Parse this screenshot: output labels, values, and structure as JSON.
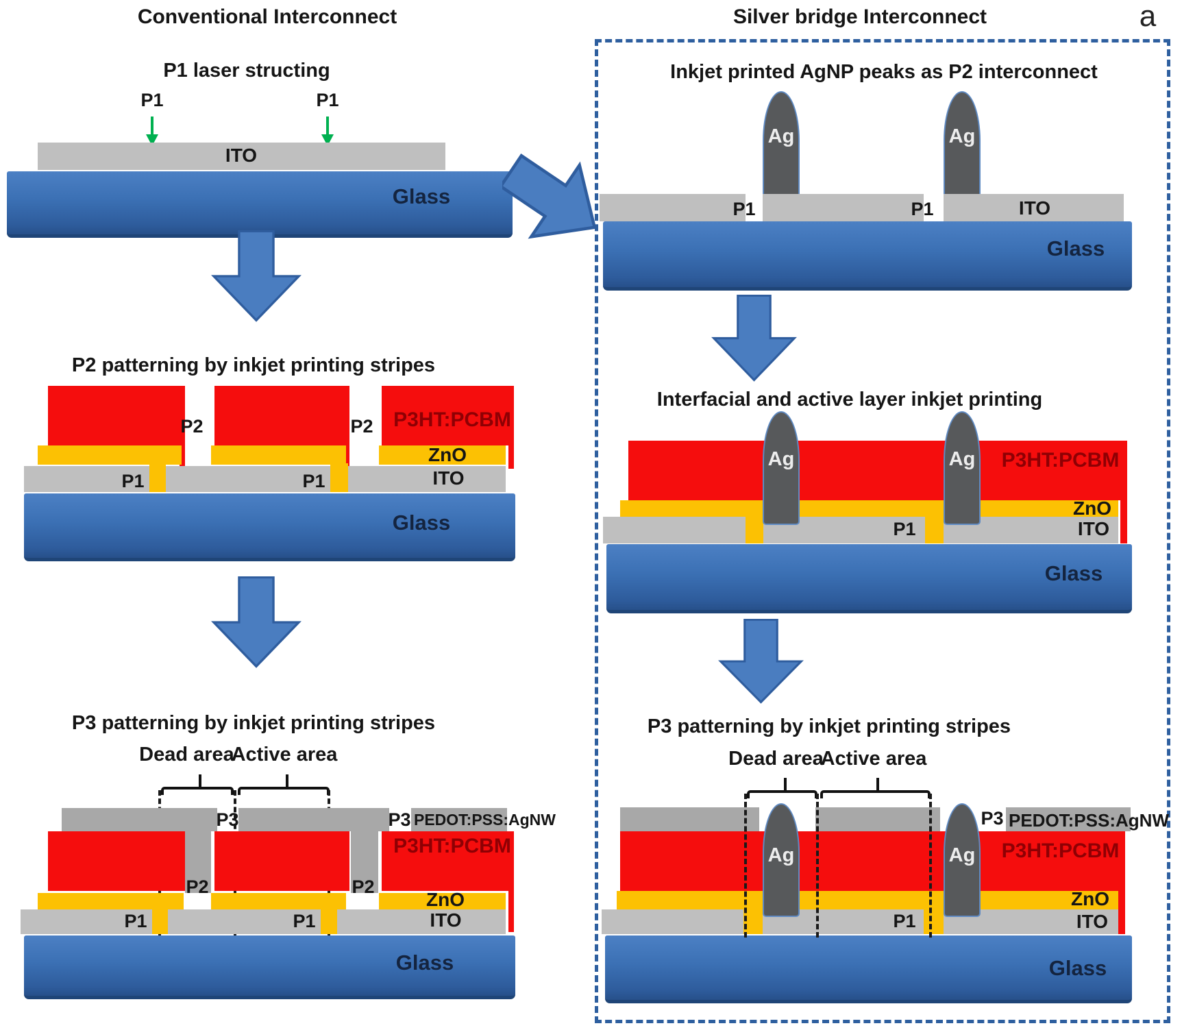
{
  "figure_label": "a",
  "left": {
    "title": "Conventional Interconnect",
    "step1": {
      "caption": "P1 laser structing",
      "p1_left": "P1",
      "p1_right": "P1",
      "ito": "ITO",
      "glass": "Glass"
    },
    "step2": {
      "caption": "P2 patterning by inkjet printing stripes",
      "p2_left": "P2",
      "p2_right": "P2",
      "p3ht_pcbm": "P3HT:PCBM",
      "zno": "ZnO",
      "ito": "ITO",
      "p1_left": "P1",
      "p1_right": "P1",
      "glass": "Glass"
    },
    "step3": {
      "caption": "P3 patterning by inkjet printing stripes",
      "dead_area": "Dead area",
      "active_area": "Active area",
      "p3_mid": "P3",
      "p3_right": "P3",
      "pedot_agnw": "PEDOT:PSS:AgNW",
      "p2_left": "P2",
      "p2_right": "P2",
      "p3ht_pcbm": "P3HT:PCBM",
      "zno": "ZnO",
      "ito": "ITO",
      "p1_left": "P1",
      "p1_right": "P1",
      "glass": "Glass"
    }
  },
  "right": {
    "title": "Silver bridge Interconnect",
    "step1": {
      "caption": "Inkjet printed AgNP peaks as P2 interconnect",
      "ag_left": "Ag",
      "ag_right": "Ag",
      "p1_left": "P1",
      "p1_right": "P1",
      "ito": "ITO",
      "glass": "Glass"
    },
    "step2": {
      "caption": "Interfacial and active layer inkjet printing",
      "ag_left": "Ag",
      "ag_right": "Ag",
      "p3ht_pcbm": "P3HT:PCBM",
      "zno": "ZnO",
      "ito": "ITO",
      "p1": "P1",
      "glass": "Glass"
    },
    "step3": {
      "caption": "P3 patterning by inkjet printing stripes",
      "dead_area": "Dead area",
      "active_area": "Active area",
      "ag_left": "Ag",
      "ag_right": "Ag",
      "p3": "P3",
      "pedot_agnw": "PEDOT:PSS:AgNW",
      "p3ht_pcbm": "P3HT:PCBM",
      "zno": "ZnO",
      "ito": "ITO",
      "p1": "P1",
      "glass": "Glass"
    }
  },
  "colors": {
    "active_layer_red": "#f50d0d",
    "zno_yellow": "#fcc103",
    "ito_gray": "#bfbfbf",
    "electrode_gray": "#a8a8a8",
    "silver_dark_gray": "#57595b",
    "glass_blue": "#3b70b4",
    "arrow_blue": "#4a7dc0",
    "laser_green": "#00b050",
    "dashed_border_blue": "#2e5f9f"
  }
}
